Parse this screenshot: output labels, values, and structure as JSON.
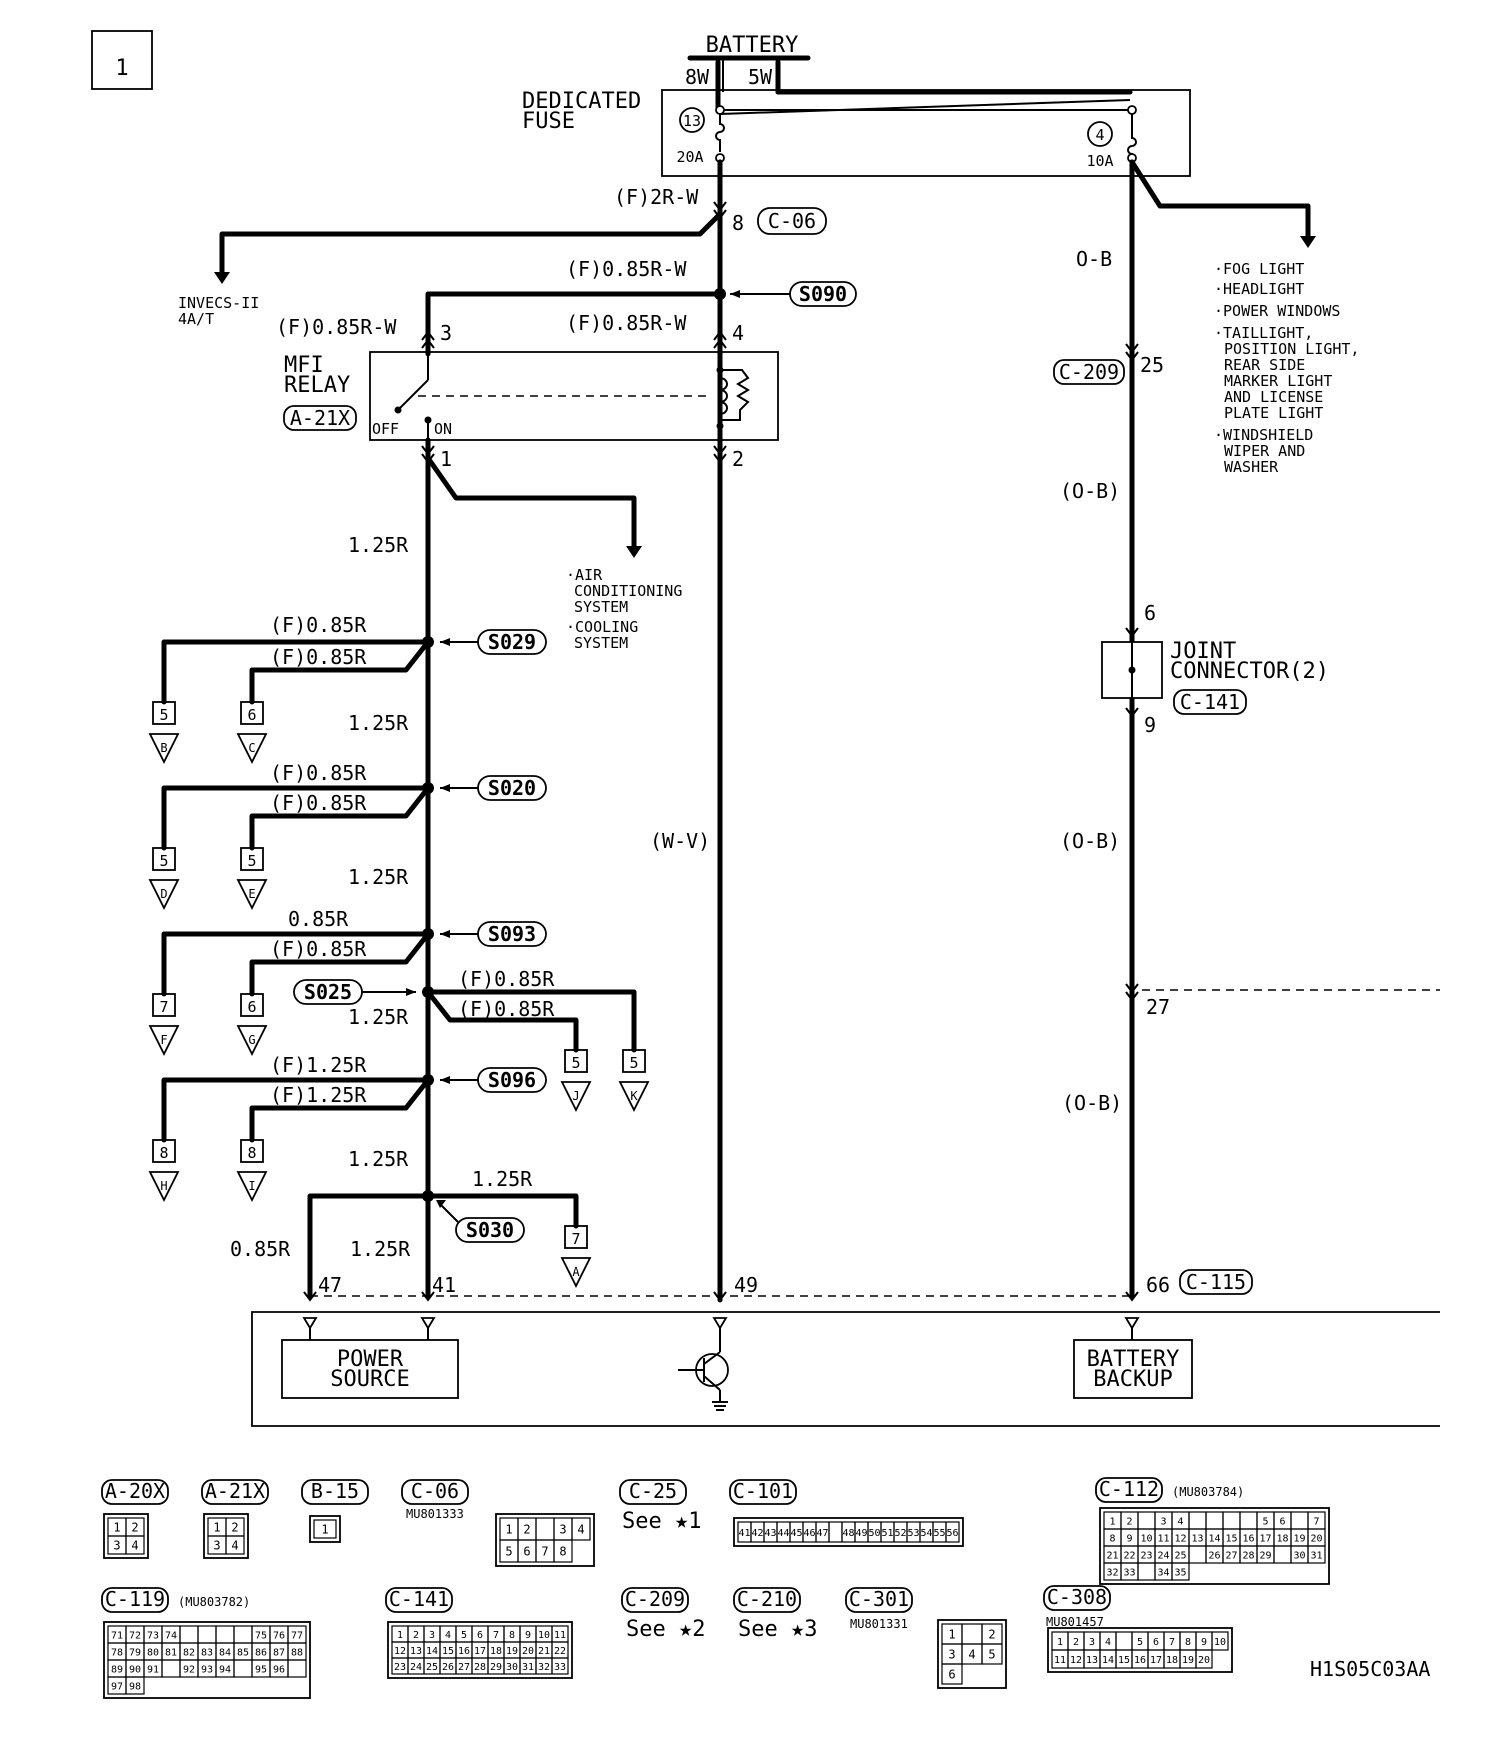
{
  "page_number": "1",
  "battery": {
    "title": "BATTERY",
    "w1": "8W",
    "w2": "5W"
  },
  "fuse": {
    "title1": "DEDICATED",
    "title2": "FUSE",
    "n13": "13",
    "a20": "20A",
    "n4": "4",
    "a10": "10A"
  },
  "wire_labels": {
    "f2rw": "(F)2R-W",
    "c06_pin": "8",
    "c06": "C-06",
    "f085rw_a": "(F)0.85R-W",
    "f085rw_b": "(F)0.85R-W",
    "f085rw_c": "(F)0.85R-W",
    "s090": "S090",
    "invecs1": "INVECS-II",
    "invecs2": "4A/T",
    "ob1": "O-B",
    "pin25": "25",
    "c209": "C-209",
    "ob2": "(O-B)",
    "ob3": "(O-B)",
    "ob4": "(O-B)",
    "pin6": "6",
    "pin9": "9",
    "pin27": "27",
    "wv": "(W-V)",
    "pin3": "3",
    "pin4": "4",
    "pin1": "1",
    "pin2": "2"
  },
  "right_targets": [
    "·FOG LIGHT",
    "·HEADLIGHT",
    "·POWER WINDOWS",
    "·TAILLIGHT,",
    "POSITION LIGHT,",
    "REAR SIDE",
    "MARKER LIGHT",
    "AND LICENSE",
    "PLATE LIGHT",
    "·WINDSHIELD",
    "WIPER AND",
    "WASHER"
  ],
  "relay": {
    "title1": "MFI",
    "title2": "RELAY",
    "code": "A-21X",
    "off": "OFF",
    "on": "ON"
  },
  "ac_targets": [
    "·AIR",
    "CONDITIONING",
    "SYSTEM",
    "·COOLING",
    "SYSTEM"
  ],
  "joint": {
    "title1": "JOINT",
    "title2": "CONNECTOR(2)",
    "code": "C-141"
  },
  "splices": {
    "s029": "S029",
    "s020": "S020",
    "s093": "S093",
    "s025": "S025",
    "s096": "S096",
    "s030": "S030"
  },
  "main_labels": {
    "r125_a": "1.25R",
    "r125_b": "1.25R",
    "r125_c": "1.25R",
    "r125_d": "1.25R",
    "r125_e": "1.25R",
    "r125_f": "1.25R",
    "r125_g": "1.25R",
    "f085r_a": "(F)0.85R",
    "f085r_b": "(F)0.85R",
    "f085r_c": "(F)0.85R",
    "f085r_d": "(F)0.85R",
    "r085_e": "0.85R",
    "f085r_f": "(F)0.85R",
    "f085r_g": "(F)0.85R",
    "f085r_h": "(F)0.85R",
    "f125r_a": "(F)1.25R",
    "f125r_b": "(F)1.25R",
    "r085_x": "0.85R"
  },
  "branches": {
    "b": {
      "num": "5",
      "letter": "B"
    },
    "c": {
      "num": "6",
      "letter": "C"
    },
    "d": {
      "num": "5",
      "letter": "D"
    },
    "e": {
      "num": "5",
      "letter": "E"
    },
    "f": {
      "num": "7",
      "letter": "F"
    },
    "g": {
      "num": "6",
      "letter": "G"
    },
    "j": {
      "num": "5",
      "letter": "J"
    },
    "k": {
      "num": "5",
      "letter": "K"
    },
    "h": {
      "num": "8",
      "letter": "H"
    },
    "i": {
      "num": "8",
      "letter": "I"
    },
    "a": {
      "num": "7",
      "letter": "A"
    }
  },
  "ecu": {
    "pin47": "47",
    "pin41": "41",
    "pin49": "49",
    "pin66": "66",
    "c115": "C-115",
    "power1": "POWER",
    "power2": "SOURCE",
    "bb1": "BATTERY",
    "bb2": "BACKUP"
  },
  "connectors": {
    "a20x": "A-20X",
    "a21x": "A-21X",
    "b15": "B-15",
    "c06": "C-06",
    "c06_part": "MU801333",
    "c25": "C-25",
    "c25_see": "See ★1",
    "c101": "C-101",
    "c112": "C-112",
    "c112_part": "(MU803784)",
    "c119": "C-119",
    "c119_part": "(MU803782)",
    "c141": "C-141",
    "c209": "C-209",
    "c209_see": "See ★2",
    "c210": "C-210",
    "c210_see": "See ★3",
    "c301": "C-301",
    "c301_part": "MU801331",
    "c308": "C-308",
    "c308_part": "MU801457"
  },
  "grid_cells": {
    "a20x": [
      "1",
      "2",
      "3",
      "4"
    ],
    "a21x": [
      "1",
      "2",
      "3",
      "4"
    ],
    "b15": [
      "1"
    ],
    "c06": [
      "1",
      "2",
      "",
      "3",
      "4",
      "5",
      "6",
      "7",
      "8"
    ],
    "c101": [
      "41",
      "42",
      "43",
      "44",
      "45",
      "46",
      "47",
      "",
      "48",
      "49",
      "50",
      "51",
      "52",
      "53",
      "54",
      "55",
      "56"
    ],
    "c112": [
      "1",
      "2",
      "",
      "3",
      "4",
      "",
      "",
      "",
      "",
      "5",
      "6",
      "",
      "7",
      "8",
      "9",
      "10",
      "11",
      "12",
      "13",
      "14",
      "15",
      "16",
      "17",
      "18",
      "19",
      "20",
      "21",
      "22",
      "23",
      "24",
      "25",
      "",
      "26",
      "27",
      "28",
      "29",
      "",
      "30",
      "31",
      "32",
      "33",
      "",
      "34",
      "35"
    ],
    "c119": [
      "71",
      "72",
      "73",
      "74",
      "",
      "",
      "",
      "",
      "75",
      "76",
      "77",
      "78",
      "79",
      "80",
      "81",
      "82",
      "83",
      "84",
      "85",
      "86",
      "87",
      "88",
      "89",
      "90",
      "91",
      "",
      "92",
      "93",
      "94",
      "",
      "95",
      "96",
      "",
      "97",
      "98"
    ],
    "c141": [
      "1",
      "2",
      "3",
      "4",
      "5",
      "6",
      "7",
      "8",
      "9",
      "10",
      "11",
      "12",
      "13",
      "14",
      "15",
      "16",
      "17",
      "18",
      "19",
      "20",
      "21",
      "22",
      "23",
      "24",
      "25",
      "26",
      "27",
      "28",
      "29",
      "30",
      "31",
      "32",
      "33"
    ],
    "c301": [
      "1",
      "",
      "2",
      "3",
      "4",
      "5",
      "6"
    ],
    "c308": [
      "1",
      "2",
      "3",
      "4",
      "",
      "5",
      "6",
      "7",
      "8",
      "9",
      "10",
      "11",
      "12",
      "13",
      "14",
      "15",
      "16",
      "17",
      "18",
      "19",
      "20"
    ]
  },
  "doc_code": "H1S05C03AA"
}
